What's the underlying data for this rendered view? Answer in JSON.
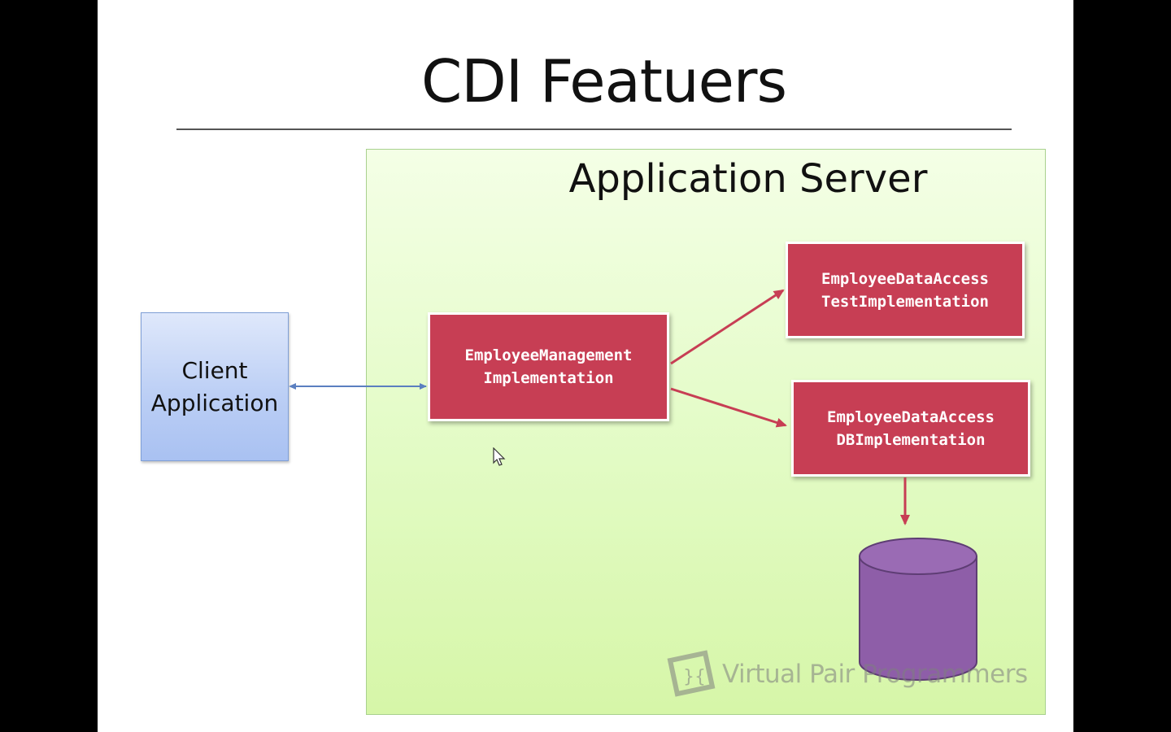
{
  "slide": {
    "title": "CDI Featuers"
  },
  "diagram": {
    "container_label": "Application Server",
    "client_label": "Client\nApplication",
    "components": [
      {
        "label": "EmployeeManagement\nImplementation"
      },
      {
        "label": "EmployeeDataAccess\nTestImplementation"
      },
      {
        "label": "EmployeeDataAccess\nDBImplementation"
      }
    ],
    "database_icon": "database-cylinder-icon",
    "connections": [
      {
        "from": "Client Application",
        "to": "EmployeeManagement Implementation",
        "type": "bidirectional"
      },
      {
        "from": "EmployeeManagement Implementation",
        "to": "EmployeeDataAccess TestImplementation",
        "type": "directed"
      },
      {
        "from": "EmployeeManagement Implementation",
        "to": "EmployeeDataAccess DBImplementation",
        "type": "directed"
      },
      {
        "from": "EmployeeDataAccess DBImplementation",
        "to": "database",
        "type": "directed"
      }
    ]
  },
  "watermark": {
    "text": "Virtual Pair Programmers",
    "icon": "vpp-logo-icon"
  },
  "colors": {
    "component_fill": "#c73e54",
    "client_fill": "#bccff5",
    "server_fill": "#e2fbc4",
    "database_fill": "#8e5ea8",
    "client_arrow": "#5b7fc0",
    "component_arrow": "#c73e54"
  }
}
